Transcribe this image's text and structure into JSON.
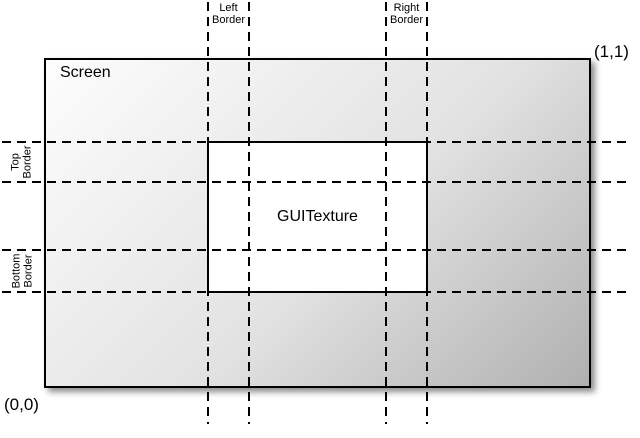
{
  "diagram": {
    "screen": {
      "label": "Screen"
    },
    "guitexture": {
      "label": "GUITexture"
    },
    "coords": {
      "top_right": "(1,1)",
      "bottom_left": "(0,0)"
    },
    "guides": {
      "left": "Left\nBorder",
      "right": "Right\nBorder",
      "top": "Top\nBorder",
      "bottom": "Bottom\nBorder"
    },
    "colors": {
      "line": "#000000",
      "screen_gradient_start": "#fdfdfd",
      "screen_gradient_end": "#b0b0b0",
      "guitexture_fill": "#ffffff",
      "background": "#ffffff"
    }
  }
}
